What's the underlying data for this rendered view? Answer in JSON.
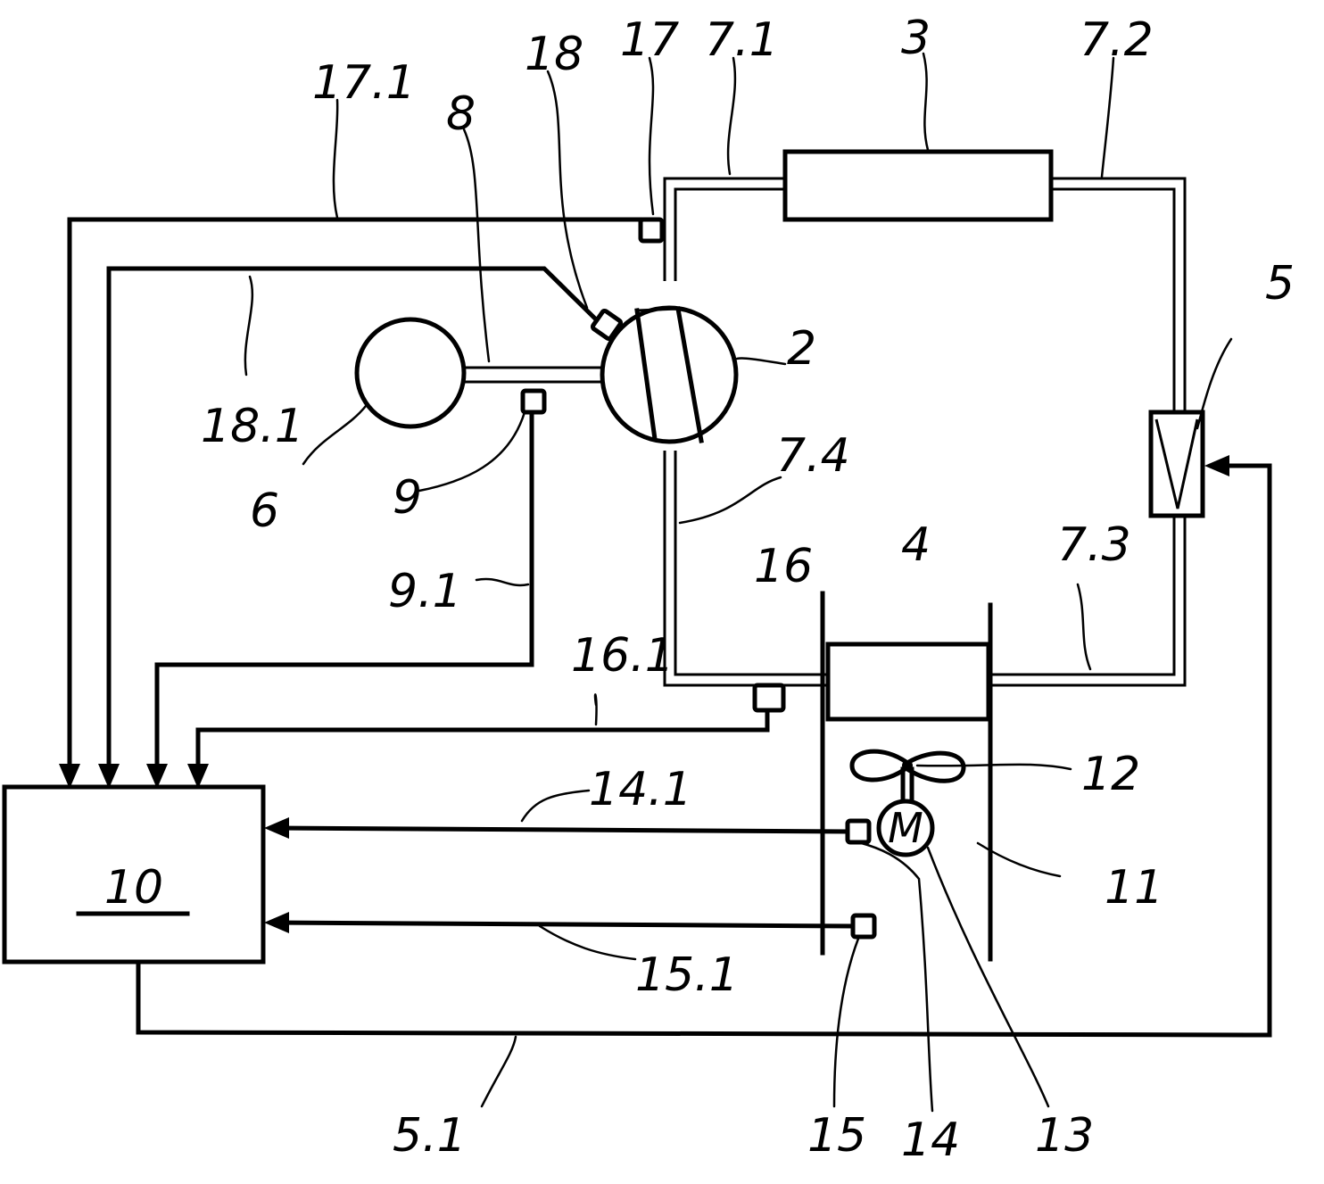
{
  "labels": {
    "compressor": "2",
    "condenser": "3",
    "evaporator": "4",
    "expansion_valve": "5",
    "expansion_valve_signal": "5.1",
    "engine": "6",
    "line_7_1": "7.1",
    "line_7_2": "7.2",
    "line_7_3": "7.3",
    "line_7_4": "7.4",
    "drive_shaft": "8",
    "sensor_9": "9",
    "sensor_9_signal": "9.1",
    "controller": "10",
    "air_duct": "11",
    "fan": "12",
    "motor": "13",
    "motor_letter": "M",
    "sensor_14": "14",
    "sensor_14_signal": "14.1",
    "sensor_15": "15",
    "sensor_15_signal": "15.1",
    "sensor_16": "16",
    "sensor_16_signal": "16.1",
    "sensor_17": "17",
    "sensor_17_signal": "17.1",
    "sensor_18": "18",
    "sensor_18_signal": "18.1"
  }
}
